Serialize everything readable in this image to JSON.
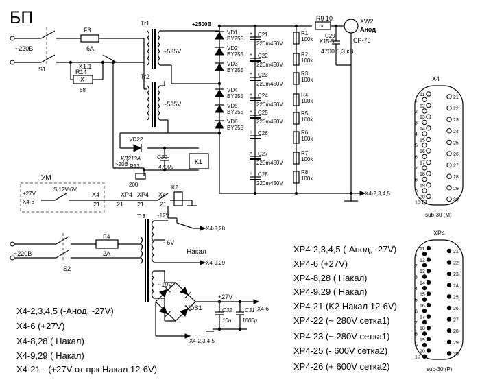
{
  "title": "БП",
  "mains": {
    "v_left": "~220В",
    "f3": "F3",
    "f3_rating": "6А",
    "s1": "S1",
    "k11": "K1.1",
    "r14": "R14",
    "r14_val": "68",
    "tr1": "Tr1",
    "tr2": "Tr2",
    "v535_1": "~535V",
    "v535_2": "~535V",
    "hv": "+2500В"
  },
  "rectifier": {
    "diodes": [
      {
        "name": "VD1",
        "type": "BY255"
      },
      {
        "name": "VD2",
        "type": "BY255"
      },
      {
        "name": "VD3",
        "type": "BY255"
      },
      {
        "name": "VD4",
        "type": "BY255"
      },
      {
        "name": "VD5",
        "type": "BY255"
      },
      {
        "name": "VD6",
        "type": "BY255"
      }
    ],
    "caps": [
      {
        "name": "C21",
        "val": "220m450V"
      },
      {
        "name": "C22",
        "val": "220m450V"
      },
      {
        "name": "C23",
        "val": "220m450V"
      },
      {
        "name": "C24",
        "val": "220m450V"
      },
      {
        "name": "C25",
        "val": "220m450V"
      },
      {
        "name": "C26",
        "val": ""
      },
      {
        "name": "C27",
        "val": "220m450V"
      },
      {
        "name": "C28",
        "val": "220m450V"
      }
    ],
    "resistors": [
      {
        "name": "R1",
        "val": "100k"
      },
      {
        "name": "R2",
        "val": "100k"
      },
      {
        "name": "R3",
        "val": "100k"
      },
      {
        "name": "R4",
        "val": "100k"
      },
      {
        "name": "R5",
        "val": "100k"
      },
      {
        "name": "R6",
        "val": "100k"
      },
      {
        "name": "R7",
        "val": "100k"
      },
      {
        "name": "R8",
        "val": "100k"
      }
    ]
  },
  "output": {
    "r9": "R9",
    "r9_val": "10",
    "c29": "C29",
    "c29_type": "K15-5",
    "c29_val": "4700 6,3 кВ",
    "xw2": "XW2",
    "anode": "Анод",
    "ср75": "СР-75",
    "x4_out": "X4-2,3,4,5"
  },
  "relay": {
    "vd22": "VD22",
    "vd22_type": "КД213А",
    "c30": "C30",
    "c30_val": "4700μ",
    "k1": "K1",
    "v20": "~20В",
    "r13": "R13",
    "r13_val": "200"
  },
  "um": {
    "label": "УМ",
    "p27": "+27V",
    "x46": "X4-6",
    "s_label": "S 12V-6V",
    "x4a": "X4",
    "n21a": "21",
    "xp4a": "XP4",
    "xp4b": "XP4",
    "n21b": "21",
    "n21c": "21",
    "x4b": "X4",
    "n21d": "21",
    "k2": "K2"
  },
  "tr3": {
    "name": "Tr3",
    "v12": "~12V",
    "x828": "X4-8,28",
    "v6": "~6V",
    "nakal": "Накал",
    "x929": "X4-9,29",
    "v19": "~19V",
    "f4": "F4",
    "f4_rating": "2А",
    "v220": "~220В",
    "s2": "S2",
    "p27": "+27V",
    "x46": "X4-6",
    "vds1": "VDS1",
    "c32": "C32",
    "c32_val": "10n",
    "c31": "C31",
    "c31_val": "1000μ",
    "x4gnd": "X4-2,3,4,5"
  },
  "connectors": {
    "x4": {
      "title": "X4",
      "caption": "sub-30 (M)",
      "left": [
        "11",
        "1",
        "12",
        "2",
        "13",
        "3",
        "14",
        "4",
        "15",
        "5",
        "16",
        "6",
        "17",
        "7",
        "18",
        "8",
        "19",
        "9",
        "20",
        "10"
      ],
      "right": [
        "21",
        "22",
        "23",
        "24",
        "25",
        "26",
        "27",
        "28",
        "29",
        "30"
      ]
    },
    "xp4": {
      "title": "XP4",
      "caption": "sub-30 (P)",
      "left": [
        "11",
        "1",
        "12",
        "2",
        "13",
        "3",
        "14",
        "4",
        "15",
        "5",
        "16",
        "6",
        "17",
        "7",
        "18",
        "8",
        "19",
        "9",
        "20",
        "10"
      ],
      "right": [
        "21",
        "22",
        "23",
        "24",
        "25",
        "26",
        "27",
        "28",
        "29",
        "30"
      ]
    }
  },
  "legend_left": [
    "X4-2,3,4,5 (-Анод, -27V)",
    "X4-6 (+27V)",
    "X4-8,28 ( Накал)",
    "X4-9,29 ( Накал)",
    "X4-21 - (+27V  от прк Накал 12-6V)"
  ],
  "legend_right": [
    "XP4-2,3,4,5 (-Анод, -27V)",
    "XP4-6 (+27V)",
    "XP4-8,28 ( Накал)",
    "XP4-9,29 ( Накал)",
    "XP4-21 (K2 Накал 12-6V)",
    "XP4-22 (~ 280V сетка1)",
    "XP4-23 (~ 280V сетка1)",
    "XP4-25 (- 600V сетка2)",
    "XP4-26 (+ 600V сетка2)"
  ]
}
